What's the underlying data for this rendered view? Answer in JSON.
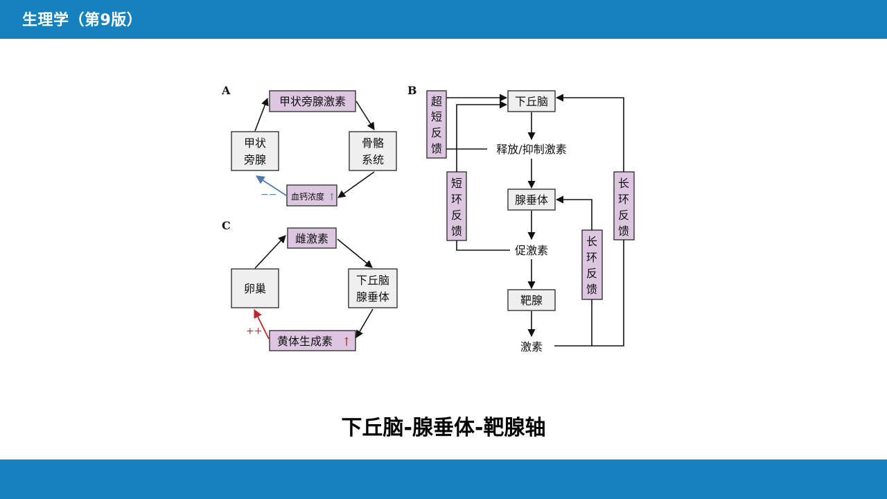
{
  "header": {
    "title": "生理学（第9版）"
  },
  "caption": "下丘脑-腺垂体-靶腺轴",
  "diagram": {
    "panel_a": {
      "label": "A",
      "pth": "甲状旁腺激素",
      "parathyroid_1": "甲状",
      "parathyroid_2": "旁腺",
      "bone_1": "骨骼",
      "bone_2": "系统",
      "blood_calcium": "血钙浓度",
      "up_arrow": "↑",
      "minus": "−−"
    },
    "panel_c": {
      "label": "C",
      "estrogen": "雌激素",
      "ovary": "卵巢",
      "hypo_1": "下丘脑",
      "hypo_2": "腺垂体",
      "lh": "黄体生成素",
      "up_arrow": "↑",
      "plus": "++"
    },
    "panel_b": {
      "label": "B",
      "hypothalamus": "下丘脑",
      "release_hormone": "释放/抑制激素",
      "pituitary": "腺垂体",
      "tropic_hormone": "促激素",
      "target_gland": "靶腺",
      "hormone": "激素",
      "ultra_short": [
        "超",
        "短",
        "反",
        "馈"
      ],
      "short": [
        "短",
        "环",
        "反",
        "馈"
      ],
      "long_inner": [
        "长",
        "环",
        "反",
        "馈"
      ],
      "long_outer": [
        "长",
        "环",
        "反",
        "馈"
      ]
    },
    "colors": {
      "header_bar": "#1581bd",
      "pink_box": "#dcc6e0",
      "gray_box": "#efefef",
      "negative_arrow": "#4a7ab0",
      "positive_arrow": "#c0272d"
    }
  }
}
